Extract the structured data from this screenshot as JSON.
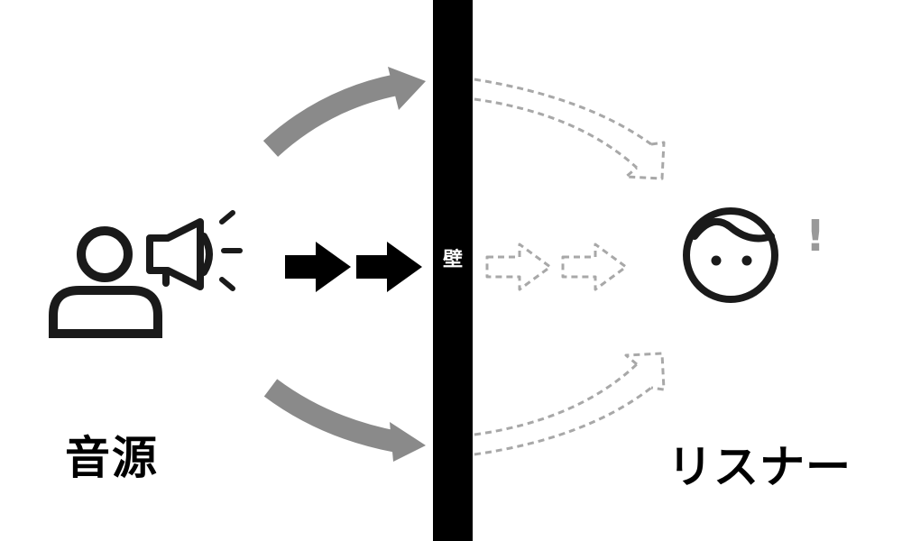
{
  "labels": {
    "source": "音源",
    "listener": "リスナー",
    "wall": "壁",
    "surprise": "!"
  },
  "colors": {
    "wall": "#000000",
    "direct_arrow": "#000000",
    "diffracted_arrow": "#8a8a8a",
    "dashed_arrow": "#a8a8a8",
    "icon": "#1a1a1a",
    "surprise": "#999999"
  },
  "icons": {
    "source": "person-with-megaphone-icon",
    "listener": "face-icon"
  }
}
